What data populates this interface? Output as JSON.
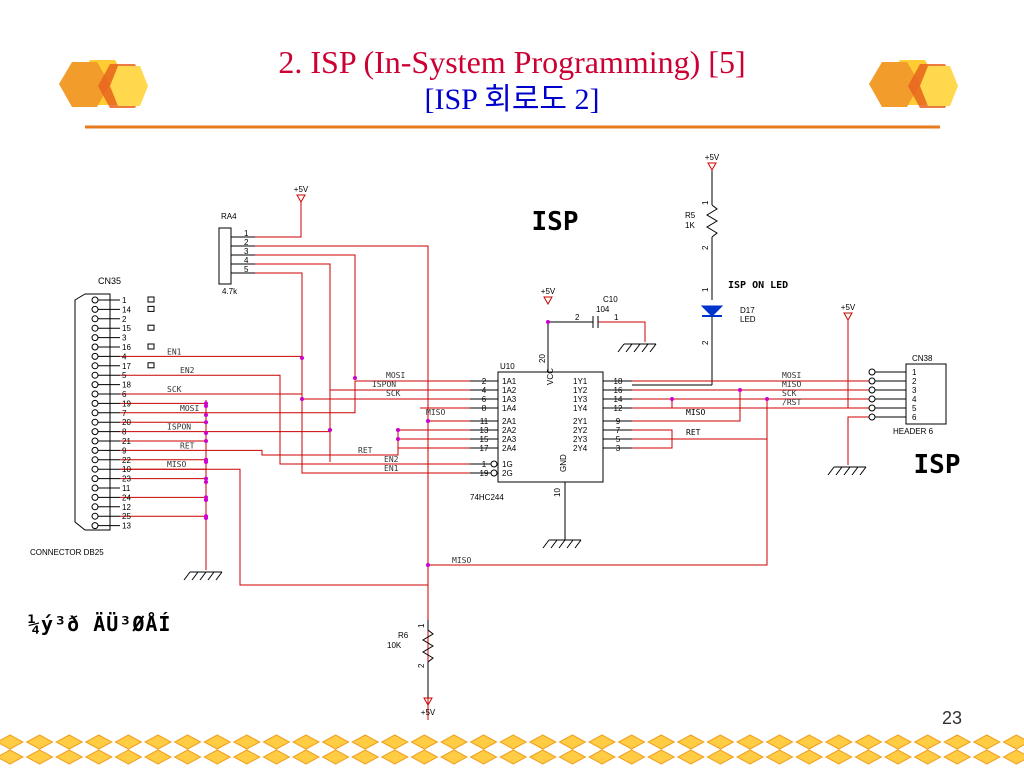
{
  "slide": {
    "title_line1": "2. ISP (In-System Programming) [5]",
    "title_line2": "[ISP 회로도 2]",
    "page_number": "23",
    "garbled_text": "¼ý³ð ÄÜ³ØÅÍ",
    "accent_color": "#e87a1e",
    "title_color": "#cc0033",
    "subtitle_color": "#0000cc",
    "wire_color": "#cc0000"
  },
  "schematic": {
    "isp_label": "ISP",
    "isp_label_right": "ISP",
    "vcc": "+5V",
    "ra4": {
      "ref": "RA4",
      "value": "4.7k",
      "pins": [
        "1",
        "2",
        "3",
        "4",
        "5"
      ]
    },
    "cn35": {
      "ref": "CN35",
      "caption": "CONNECTOR DB25",
      "pins": [
        "1",
        "14",
        "2",
        "15",
        "3",
        "16",
        "4",
        "17",
        "5",
        "18",
        "6",
        "19",
        "7",
        "20",
        "8",
        "21",
        "9",
        "22",
        "10",
        "23",
        "11",
        "24",
        "12",
        "25",
        "13"
      ],
      "nets": {
        "4": "EN1",
        "5": "EN2",
        "6": "SCK",
        "7": "MOSI",
        "8": "ISPON",
        "9": "RET",
        "10": "MISO"
      }
    },
    "u10": {
      "ref": "U10",
      "part": "74HC244",
      "left_pins": [
        {
          "num": "2",
          "name": "1A1",
          "net": "MOSI"
        },
        {
          "num": "4",
          "name": "1A2",
          "net": "ISPON"
        },
        {
          "num": "6",
          "name": "1A3",
          "net": "SCK"
        },
        {
          "num": "8",
          "name": "1A4",
          "net": ""
        },
        {
          "num": "11",
          "name": "2A1",
          "net": "MISO"
        },
        {
          "num": "13",
          "name": "2A2",
          "net": ""
        },
        {
          "num": "15",
          "name": "2A3",
          "net": ""
        },
        {
          "num": "17",
          "name": "2A4",
          "net": "RET"
        },
        {
          "num": "1",
          "name": "1G",
          "net": "EN2"
        },
        {
          "num": "19",
          "name": "2G",
          "net": "EN1"
        }
      ],
      "right_pins": [
        {
          "num": "18",
          "name": "1Y1",
          "net": "MOSI"
        },
        {
          "num": "16",
          "name": "1Y2",
          "net": "MISO"
        },
        {
          "num": "14",
          "name": "1Y3",
          "net": "SCK"
        },
        {
          "num": "12",
          "name": "1Y4",
          "net": "/RST"
        },
        {
          "num": "9",
          "name": "2Y1",
          "net": "MISO"
        },
        {
          "num": "7",
          "name": "2Y2",
          "net": ""
        },
        {
          "num": "5",
          "name": "2Y3",
          "net": "RET"
        },
        {
          "num": "3",
          "name": "2Y4",
          "net": ""
        }
      ],
      "vcc_pin": "20",
      "vcc_name": "VCC",
      "gnd_pin": "10",
      "gnd_name": "GND"
    },
    "c10": {
      "ref": "C10",
      "value": "104",
      "pin1": "1",
      "pin2": "2"
    },
    "r5": {
      "ref": "R5",
      "value": "1K",
      "pin1": "1",
      "pin2": "2"
    },
    "d17": {
      "ref": "D17",
      "value": "LED",
      "label": "ISP ON LED",
      "pin1": "1",
      "pin2": "2"
    },
    "r6": {
      "ref": "R6",
      "value": "10K",
      "pin1": "1",
      "pin2": "2"
    },
    "cn38": {
      "ref": "CN38",
      "caption": "HEADER 6",
      "pins": [
        "1",
        "2",
        "3",
        "4",
        "5",
        "6"
      ],
      "nets": [
        "MOSI",
        "MISO",
        "SCK",
        "/RST",
        "",
        ""
      ]
    },
    "bottom_net": "MISO"
  }
}
